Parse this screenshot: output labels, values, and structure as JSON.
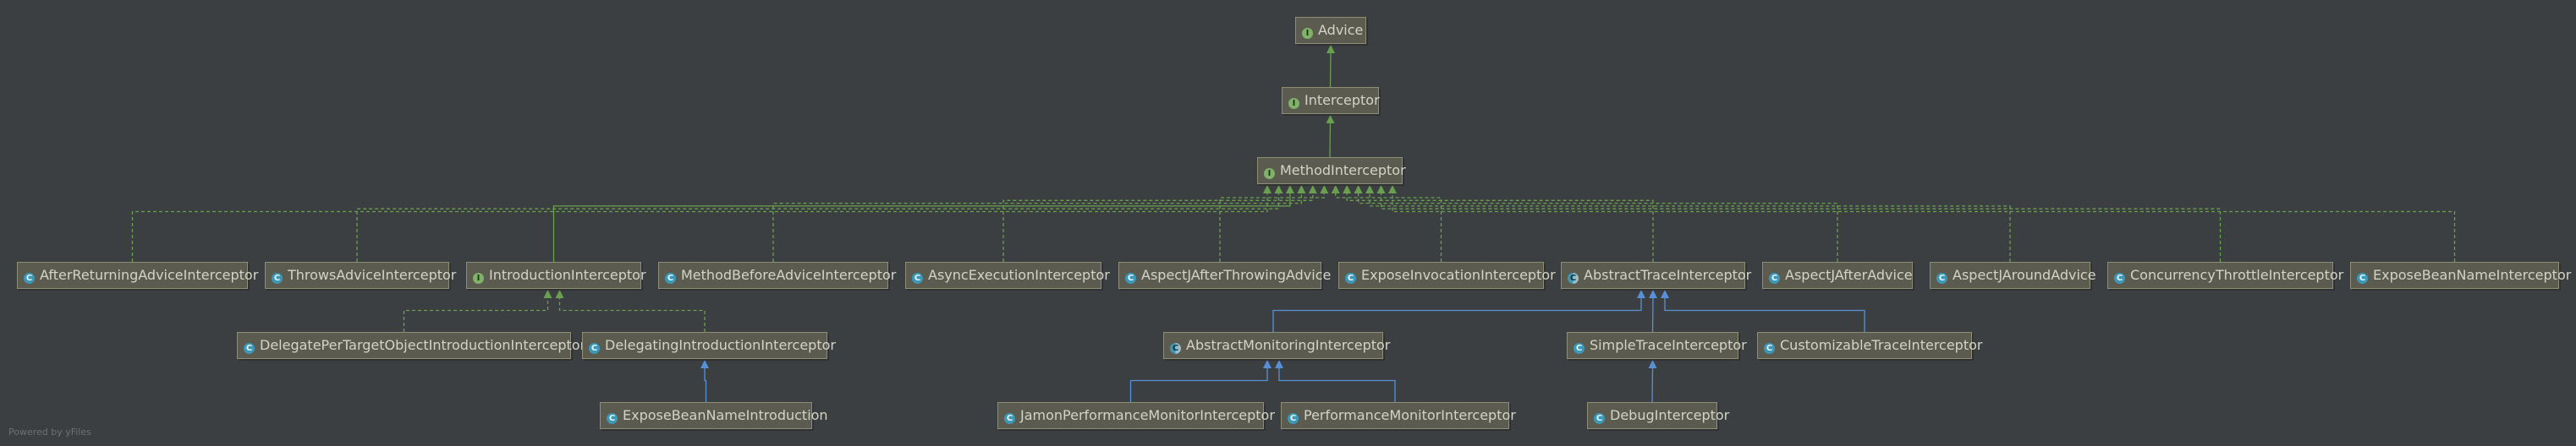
{
  "footer": "Powered by yFiles",
  "colors": {
    "implements": "#6a9f4f",
    "extends": "#5890d6",
    "background": "#3c3f41"
  },
  "nodes": [
    {
      "id": "advice",
      "label": "Advice",
      "kind": "interface",
      "icon": "interface-icon"
    },
    {
      "id": "interceptor",
      "label": "Interceptor",
      "kind": "interface",
      "icon": "interface-icon"
    },
    {
      "id": "method-interceptor",
      "label": "MethodInterceptor",
      "kind": "interface",
      "icon": "interface-icon"
    },
    {
      "id": "after-returning-advice-interceptor",
      "label": "AfterReturningAdviceInterceptor",
      "kind": "class",
      "icon": "class-icon"
    },
    {
      "id": "throws-advice-interceptor",
      "label": "ThrowsAdviceInterceptor",
      "kind": "class",
      "icon": "class-icon"
    },
    {
      "id": "introduction-interceptor",
      "label": "IntroductionInterceptor",
      "kind": "interface",
      "icon": "interface-icon"
    },
    {
      "id": "method-before-advice-interceptor",
      "label": "MethodBeforeAdviceInterceptor",
      "kind": "class",
      "icon": "class-icon"
    },
    {
      "id": "async-execution-interceptor",
      "label": "AsyncExecutionInterceptor",
      "kind": "class",
      "icon": "class-icon"
    },
    {
      "id": "aspectj-after-throwing-advice",
      "label": "AspectJAfterThrowingAdvice",
      "kind": "class",
      "icon": "class-icon"
    },
    {
      "id": "expose-invocation-interceptor",
      "label": "ExposeInvocationInterceptor",
      "kind": "class",
      "icon": "class-icon"
    },
    {
      "id": "abstract-trace-interceptor",
      "label": "AbstractTraceInterceptor",
      "kind": "abstract",
      "icon": "abstract-class-icon"
    },
    {
      "id": "aspectj-after-advice",
      "label": "AspectJAfterAdvice",
      "kind": "class",
      "icon": "class-icon"
    },
    {
      "id": "aspectj-around-advice",
      "label": "AspectJAroundAdvice",
      "kind": "class",
      "icon": "class-icon"
    },
    {
      "id": "concurrency-throttle-interceptor",
      "label": "ConcurrencyThrottleInterceptor",
      "kind": "class",
      "icon": "class-icon"
    },
    {
      "id": "expose-bean-name-interceptor",
      "label": "ExposeBeanNameInterceptor",
      "kind": "class",
      "icon": "class-icon"
    },
    {
      "id": "delegate-per-target-object-introduction-interceptor",
      "label": "DelegatePerTargetObjectIntroductionInterceptor",
      "kind": "class",
      "icon": "class-icon"
    },
    {
      "id": "delegating-introduction-interceptor",
      "label": "DelegatingIntroductionInterceptor",
      "kind": "class",
      "icon": "class-icon"
    },
    {
      "id": "abstract-monitoring-interceptor",
      "label": "AbstractMonitoringInterceptor",
      "kind": "abstract",
      "icon": "abstract-class-icon"
    },
    {
      "id": "simple-trace-interceptor",
      "label": "SimpleTraceInterceptor",
      "kind": "class",
      "icon": "class-icon"
    },
    {
      "id": "customizable-trace-interceptor",
      "label": "CustomizableTraceInterceptor",
      "kind": "class",
      "icon": "class-icon"
    },
    {
      "id": "expose-bean-name-introduction",
      "label": "ExposeBeanNameIntroduction",
      "kind": "class",
      "icon": "class-icon"
    },
    {
      "id": "jamon-performance-monitor-interceptor",
      "label": "JamonPerformanceMonitorInterceptor",
      "kind": "class",
      "icon": "class-icon"
    },
    {
      "id": "performance-monitor-interceptor",
      "label": "PerformanceMonitorInterceptor",
      "kind": "class",
      "icon": "class-icon"
    },
    {
      "id": "debug-interceptor",
      "label": "DebugInterceptor",
      "kind": "class",
      "icon": "class-icon"
    }
  ],
  "edges": [
    {
      "from": "interceptor",
      "to": "advice",
      "type": "extends-interface"
    },
    {
      "from": "method-interceptor",
      "to": "interceptor",
      "type": "extends-interface"
    },
    {
      "from": "after-returning-advice-interceptor",
      "to": "method-interceptor",
      "type": "implements"
    },
    {
      "from": "throws-advice-interceptor",
      "to": "method-interceptor",
      "type": "implements"
    },
    {
      "from": "introduction-interceptor",
      "to": "method-interceptor",
      "type": "extends-interface"
    },
    {
      "from": "method-before-advice-interceptor",
      "to": "method-interceptor",
      "type": "implements"
    },
    {
      "from": "async-execution-interceptor",
      "to": "method-interceptor",
      "type": "implements"
    },
    {
      "from": "aspectj-after-throwing-advice",
      "to": "method-interceptor",
      "type": "implements"
    },
    {
      "from": "expose-invocation-interceptor",
      "to": "method-interceptor",
      "type": "implements"
    },
    {
      "from": "abstract-trace-interceptor",
      "to": "method-interceptor",
      "type": "implements"
    },
    {
      "from": "aspectj-after-advice",
      "to": "method-interceptor",
      "type": "implements"
    },
    {
      "from": "aspectj-around-advice",
      "to": "method-interceptor",
      "type": "implements"
    },
    {
      "from": "concurrency-throttle-interceptor",
      "to": "method-interceptor",
      "type": "implements"
    },
    {
      "from": "expose-bean-name-interceptor",
      "to": "method-interceptor",
      "type": "implements"
    },
    {
      "from": "delegate-per-target-object-introduction-interceptor",
      "to": "introduction-interceptor",
      "type": "implements"
    },
    {
      "from": "delegating-introduction-interceptor",
      "to": "introduction-interceptor",
      "type": "implements"
    },
    {
      "from": "abstract-monitoring-interceptor",
      "to": "abstract-trace-interceptor",
      "type": "extends"
    },
    {
      "from": "simple-trace-interceptor",
      "to": "abstract-trace-interceptor",
      "type": "extends"
    },
    {
      "from": "customizable-trace-interceptor",
      "to": "abstract-trace-interceptor",
      "type": "extends"
    },
    {
      "from": "expose-bean-name-introduction",
      "to": "delegating-introduction-interceptor",
      "type": "extends"
    },
    {
      "from": "jamon-performance-monitor-interceptor",
      "to": "abstract-monitoring-interceptor",
      "type": "extends"
    },
    {
      "from": "performance-monitor-interceptor",
      "to": "abstract-monitoring-interceptor",
      "type": "extends"
    },
    {
      "from": "debug-interceptor",
      "to": "simple-trace-interceptor",
      "type": "extends"
    }
  ]
}
